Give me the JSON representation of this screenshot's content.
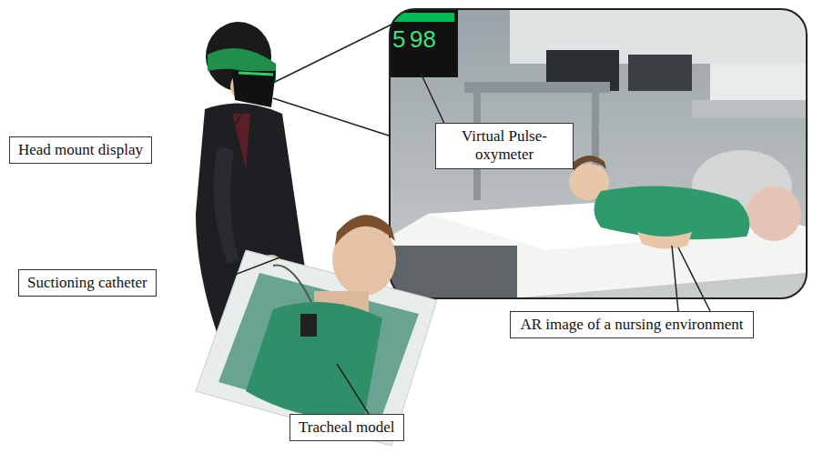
{
  "diagram": {
    "nodes": [
      {
        "text": [
          "Head mount display"
        ]
      },
      {
        "text": [
          "Virtual Pulse- oxymeter"
        ]
      },
      {
        "text": [
          "Suctioning catheter"
        ]
      },
      {
        "text": [
          "AR image of a nursing environment"
        ]
      },
      {
        "text": [
          "Tracheal model"
        ]
      }
    ],
    "labels": [
      "5",
      "98"
    ]
  }
}
